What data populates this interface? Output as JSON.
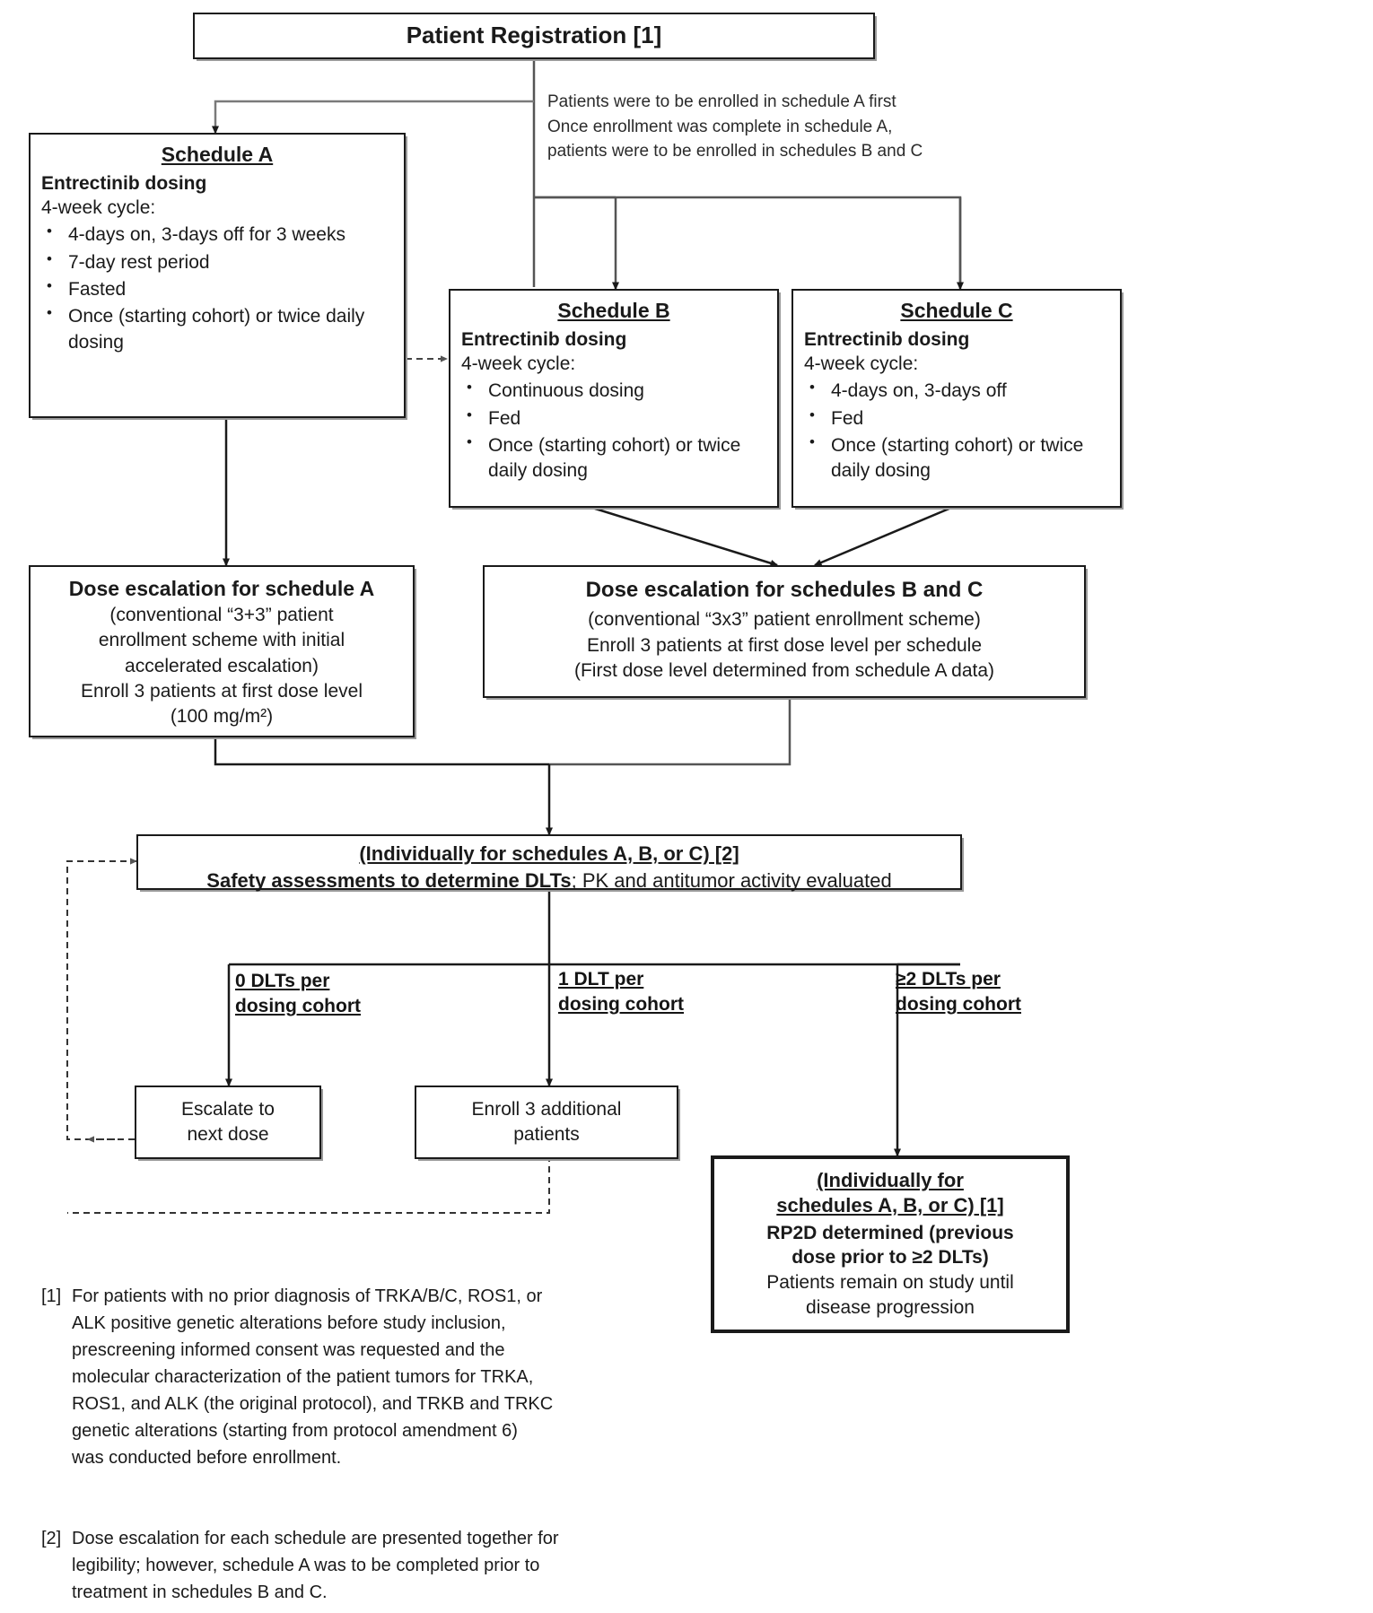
{
  "diagram": {
    "title": "Entrectinib study schema flow diagram",
    "type": "flowchart"
  },
  "nodes": {
    "registration": {
      "label": "Patient Registration [1]"
    },
    "schedule_a": {
      "title": "Schedule A",
      "subtitle": "Entrectinib dosing",
      "cycle": "4-week cycle:",
      "bullets": [
        "4-days on, 3-days off for 3 weeks",
        "7-day rest period",
        "Fasted",
        "Once (starting cohort) or twice daily dosing"
      ]
    },
    "schedule_b": {
      "title": "Schedule B",
      "subtitle": "Entrectinib dosing",
      "cycle": "4-week cycle:",
      "bullets": [
        "Continuous dosing",
        "Fed",
        "Once (starting cohort) or twice daily dosing"
      ]
    },
    "schedule_c": {
      "title": "Schedule C",
      "subtitle": "Entrectinib dosing",
      "cycle": "4-week cycle:",
      "bullets": [
        "4-days on, 3-days off",
        "Fed",
        "Once (starting cohort) or twice daily dosing"
      ]
    },
    "dose_escalation_a": {
      "title": "Dose escalation for schedule A",
      "lines": [
        "(conventional “3+3” patient",
        "enrollment scheme with initial",
        "accelerated escalation)",
        "Enroll 3 patients at first dose level",
        "(100 mg/m²)"
      ]
    },
    "dose_escalation_bc": {
      "title": "Dose escalation for schedules B and C",
      "lines": [
        "(conventional “3x3” patient enrollment scheme)",
        "Enroll 3 patients at first dose level per schedule",
        "(First dose level determined from schedule A data)"
      ]
    },
    "safety": {
      "title": "(Individually for schedules A, B, or C) [2]",
      "bold_part": "Safety assessments to determine DLTs",
      "rest_part": "; PK and antitumor activity evaluated"
    },
    "escalate": {
      "line1": "Escalate to",
      "line2": "next dose"
    },
    "enroll_additional": {
      "line1": "Enroll 3 additional",
      "line2": "patients"
    },
    "rp2d": {
      "title_line1": "(Individually for",
      "title_line2": "schedules A, B, or C) [1]",
      "bold_line1": "RP2D determined (previous",
      "bold_line2": "dose prior to ≥2  DLTs)",
      "plain_line1": "Patients remain on study until",
      "plain_line2": "disease progression"
    }
  },
  "annotations": {
    "enrollment_note": "Patients were to be enrolled in schedule A first\nOnce enrollment was complete in schedule A,\npatients were to be enrolled in schedules B and C"
  },
  "edge_labels": {
    "zero_dlt": "0 DLTs per\ndosing cohort",
    "one_dlt": "1 DLT per\ndosing cohort",
    "two_dlt": "≥2 DLTs per\ndosing cohort"
  },
  "footnotes": [
    {
      "marker": "[1]",
      "text": "For patients with no prior diagnosis of TRKA/B/C, ROS1, or\nALK positive genetic alterations before study inclusion,\nprescreening informed consent was requested and the\nmolecular characterization of the patient tumors for TRKA,\nROS1, and ALK (the original protocol), and TRKB and TRKC\ngenetic alterations (starting from protocol amendment 6)\nwas conducted before enrollment."
    },
    {
      "marker": "[2]",
      "text": "Dose escalation for each schedule are presented together for\nlegibility; however, schedule A was to be completed prior to\ntreatment in schedules B and C."
    }
  ],
  "colors": {
    "line": "#1a1a1a",
    "shadow": "#9a9a9a",
    "text": "#1a1a1a",
    "background": "#ffffff"
  }
}
